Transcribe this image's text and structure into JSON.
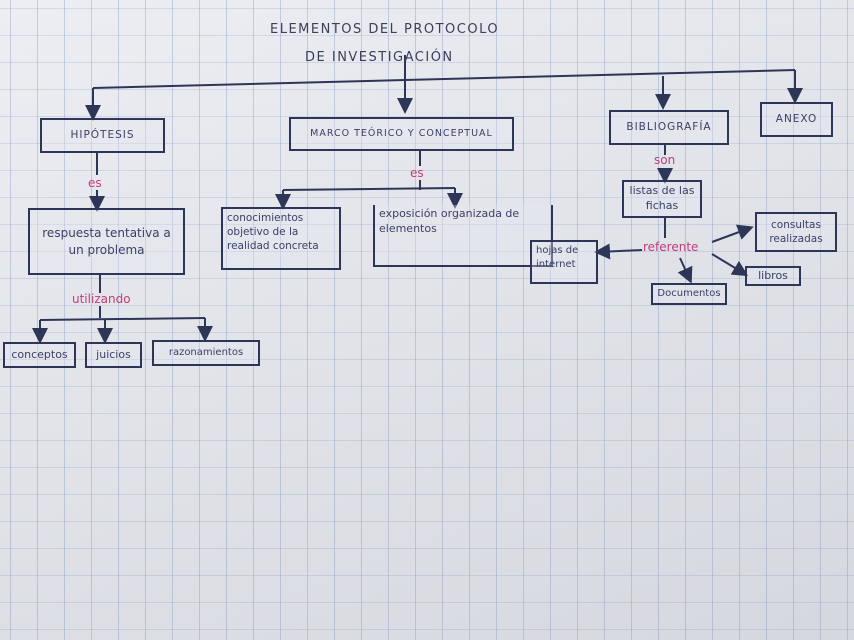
{
  "title": {
    "line1": "ELEMENTOS DEL PROTOCOLO",
    "line2": "DE INVESTIGACIÓN"
  },
  "sections": {
    "hipotesis": "HIPÓTESIS",
    "marco": "MARCO TEÓRICO Y CONCEPTUAL",
    "bibliografia": "BIBLIOGRAFÍA",
    "anexo": "ANEXO"
  },
  "connectors": {
    "hipotesis_es": "es",
    "marco_es": "es",
    "bibliografia_son": "son",
    "utilizando": "utilizando",
    "referente": "referente"
  },
  "hipotesis": {
    "definition": "respuesta tentativa a un problema",
    "items": [
      "conceptos",
      "juicios",
      "razonamientos"
    ]
  },
  "marco": {
    "items": [
      "conocimientos objetivo de la realidad concreta",
      "exposición organizada de elementos"
    ]
  },
  "bibliografia": {
    "definition": "listas de las fichas",
    "referente_items": [
      "hojas de internet",
      "consultas realizadas",
      "libros",
      "Documentos"
    ]
  },
  "colors": {
    "ink": "#2e3658",
    "connector": "#c23b7a",
    "paper": "#e2e5ec"
  }
}
